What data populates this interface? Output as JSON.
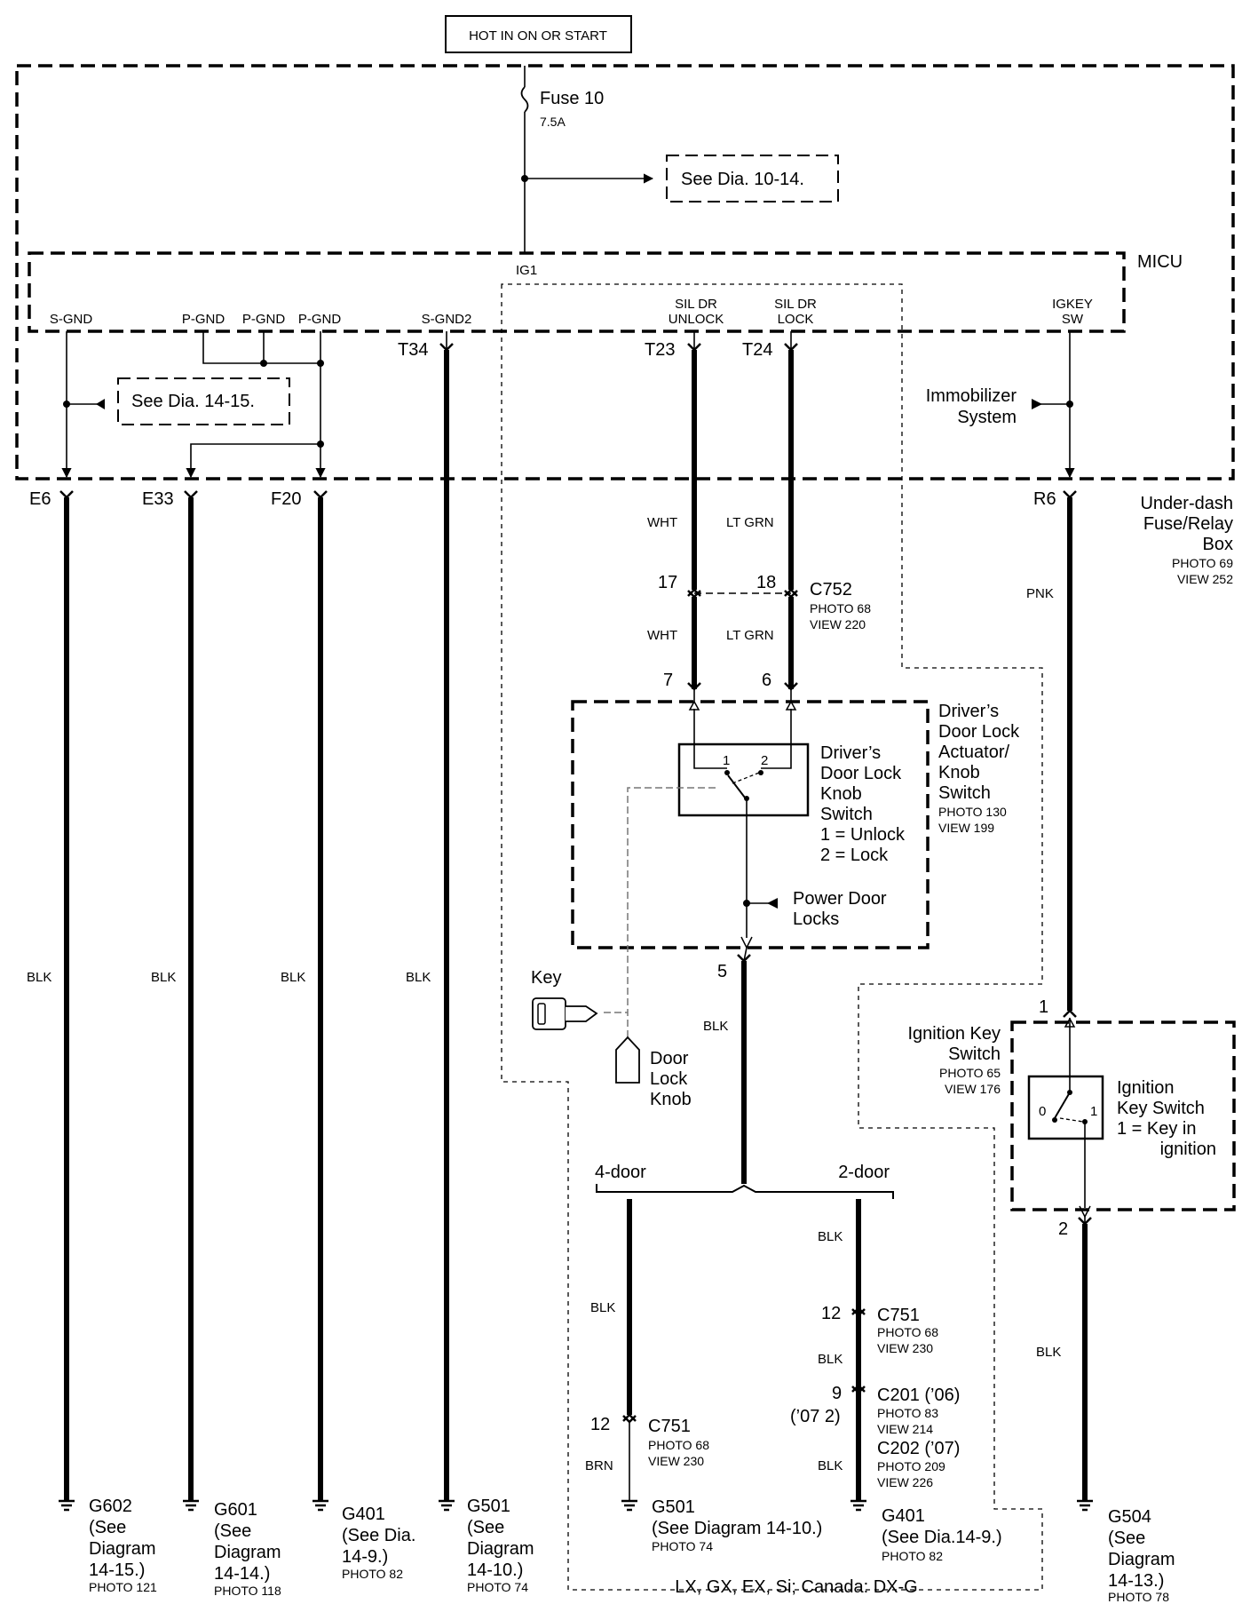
{
  "header": {
    "power_label": "HOT IN ON OR START"
  },
  "fuse": {
    "name": "Fuse 10",
    "rating": "7.5A"
  },
  "refs": {
    "dia_10_14": "See Dia. 10-14.",
    "dia_14_15": "See Dia. 14-15."
  },
  "micu": {
    "title": "MICU",
    "ig1": "IG1",
    "pins": {
      "s_gnd": "S-GND",
      "p_gnd_1": "P-GND",
      "p_gnd_2": "P-GND",
      "p_gnd_3": "P-GND",
      "s_gnd2": "S-GND2",
      "sil_unlock_1": "SIL DR",
      "sil_unlock_2": "UNLOCK",
      "sil_lock_1": "SIL DR",
      "sil_lock_2": "LOCK",
      "igkey_1": "IGKEY",
      "igkey_2": "SW"
    },
    "terminals": {
      "t34": "T34",
      "t23": "T23",
      "t24": "T24"
    },
    "immobilizer_1": "Immobilizer",
    "immobilizer_2": "System"
  },
  "fuse_box": {
    "line1": "Under-dash",
    "line2": "Fuse/Relay",
    "line3": "Box",
    "photo": "PHOTO 69",
    "view": "VIEW 252",
    "terminals": {
      "e6": "E6",
      "e33": "E33",
      "f20": "F20",
      "r6": "R6"
    }
  },
  "wires": {
    "blk": "BLK",
    "wht": "WHT",
    "lt_grn": "LT GRN",
    "pnk": "PNK",
    "brn": "BRN"
  },
  "c752": {
    "name": "C752",
    "photo": "PHOTO 68",
    "view": "VIEW 220",
    "pin_17": "17",
    "pin_18": "18"
  },
  "actuator": {
    "pin_7": "7",
    "pin_6": "6",
    "pin_5": "5",
    "title_1": "Driver’s",
    "title_2": "Door Lock",
    "title_3": "Actuator/",
    "title_4": "Knob",
    "title_5": "Switch",
    "photo": "PHOTO 130",
    "view": "VIEW 199",
    "switch_1": "Driver’s",
    "switch_2": "Door Lock",
    "switch_3": "Knob",
    "switch_4": "Switch",
    "switch_5": "1 = Unlock",
    "switch_6": "2 = Lock",
    "sw_pin_1": "1",
    "sw_pin_2": "2",
    "pdl_1": "Power Door",
    "pdl_2": "Locks"
  },
  "key": {
    "label": "Key",
    "knob_1": "Door",
    "knob_2": "Lock",
    "knob_3": "Knob"
  },
  "branch": {
    "four_door": "4-door",
    "two_door": "2-door"
  },
  "c751_left": {
    "pin": "12",
    "name": "C751",
    "photo": "PHOTO 68",
    "view": "VIEW 230"
  },
  "c751_right": {
    "pin": "12",
    "name": "C751",
    "photo": "PHOTO 68",
    "view": "VIEW 230"
  },
  "c201": {
    "pin": "9",
    "pin_alt": "(’07 2)",
    "name": "C201 (’06)",
    "photo": "PHOTO 83",
    "view": "VIEW 214"
  },
  "c202": {
    "name": "C202 (’07)",
    "photo": "PHOTO 209",
    "view": "VIEW 226"
  },
  "ignition": {
    "pin_1": "1",
    "pin_2": "2",
    "outer_1": "Ignition Key",
    "outer_2": "Switch",
    "photo": "PHOTO 65",
    "view": "VIEW 176",
    "inner_1": "Ignition",
    "inner_2": "Key Switch",
    "inner_3": "1 = Key in",
    "inner_4": "ignition",
    "pos_0": "0",
    "pos_1": "1"
  },
  "grounds": {
    "g602": {
      "name": "G602",
      "l1": "(See",
      "l2": "Diagram",
      "l3": "14-15.)",
      "photo": "PHOTO 121"
    },
    "g601": {
      "name": "G601",
      "l1": "(See",
      "l2": "Diagram",
      "l3": "14-14.)",
      "photo": "PHOTO 118"
    },
    "g401a": {
      "name": "G401",
      "l1": "(See Dia.",
      "l2": "14-9.)",
      "photo": "PHOTO 82"
    },
    "g501a": {
      "name": "G501",
      "l1": "(See",
      "l2": "Diagram",
      "l3": "14-10.)",
      "photo": "PHOTO 74"
    },
    "g501b": {
      "name": "G501",
      "l1": "(See Diagram 14-10.)",
      "photo": "PHOTO 74"
    },
    "g401b": {
      "name": "G401",
      "l1": "(See Dia.14-9.)",
      "photo": "PHOTO 82"
    },
    "g504": {
      "name": "G504",
      "l1": "(See",
      "l2": "Diagram",
      "l3": "14-13.)",
      "photo": "PHOTO 78"
    }
  },
  "models": "LX, GX, EX, Si; Canada: DX-G"
}
